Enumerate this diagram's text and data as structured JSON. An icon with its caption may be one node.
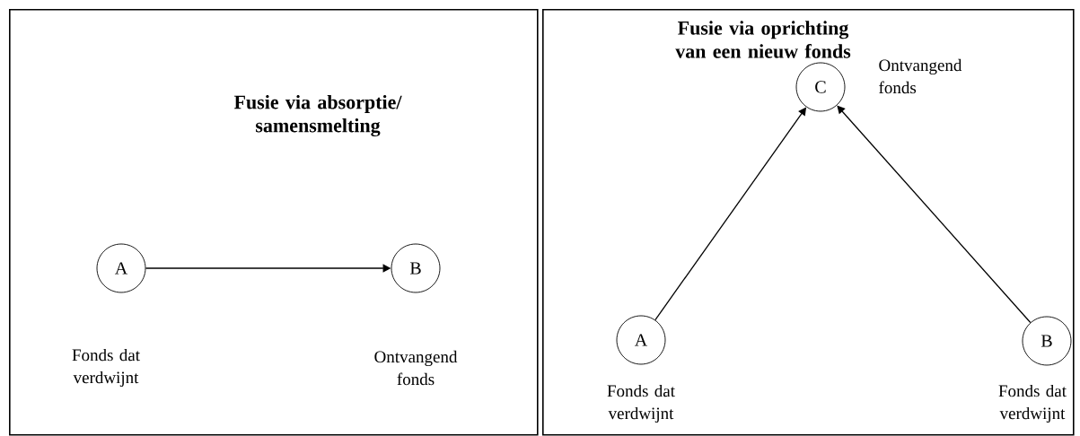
{
  "diagram": {
    "nodes": [
      {
        "text": [
          "Fusie via absorptie/ samensmelting"
        ]
      },
      {
        "text": [
          "A"
        ],
        "in": 0,
        "beside": [
          "Fonds dat verdwijnt"
        ]
      },
      {
        "text": [
          "B"
        ],
        "in": 0,
        "beside": [
          "Ontvangend fonds"
        ]
      },
      {
        "text": [
          "Fusie via oprichting van een nieuw fonds"
        ]
      },
      {
        "text": [
          "C"
        ],
        "in": 3,
        "beside": [
          "Ontvangend fonds"
        ]
      },
      {
        "text": [
          "A"
        ],
        "in": 3,
        "beside": [
          "Fonds dat verdwijnt"
        ]
      },
      {
        "text": [
          "B"
        ],
        "in": 3,
        "beside": [
          "Fonds dat verdwijnt"
        ]
      }
    ],
    "edges": [
      {
        "from": 1,
        "to": 2,
        "arrow": "to"
      },
      {
        "from": 5,
        "to": 4,
        "arrow": "to"
      },
      {
        "from": 6,
        "to": 4,
        "arrow": "to"
      }
    ]
  }
}
